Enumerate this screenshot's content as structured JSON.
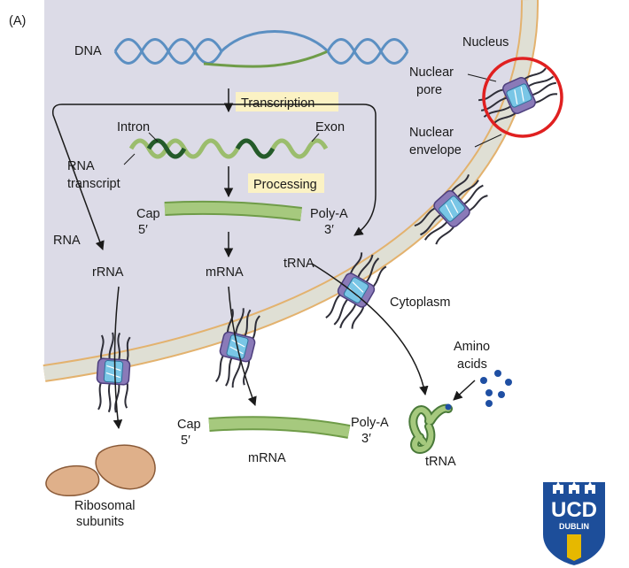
{
  "panel_label": "(A)",
  "labels": {
    "dna": "DNA",
    "transcription": "Transcription",
    "intron": "Intron",
    "exon": "Exon",
    "rna_transcript_1": "RNA",
    "rna_transcript_2": "transcript",
    "processing": "Processing",
    "cap_top": "Cap",
    "five_top": "5′",
    "polya_top": "Poly-A",
    "three_top": "3′",
    "rna": "RNA",
    "rrna": "rRNA",
    "mrna_nuc": "mRNA",
    "trna_nuc": "tRNA",
    "nucleus": "Nucleus",
    "nuclear_pore_1": "Nuclear",
    "nuclear_pore_2": "pore",
    "nuclear_env_1": "Nuclear",
    "nuclear_env_2": "envelope",
    "cytoplasm": "Cytoplasm",
    "amino_1": "Amino",
    "amino_2": "acids",
    "cap_bottom": "Cap",
    "five_bottom": "5′",
    "polya_bottom": "Poly-A",
    "three_bottom": "3′",
    "mrna_cyto": "mRNA",
    "trna_cyto": "tRNA",
    "ribosomal_1": "Ribosomal",
    "ribosomal_2": "subunits"
  },
  "logo": {
    "text": "UCD",
    "subtext": "DUBLIN"
  },
  "colors": {
    "nucleus_fill": "#dcdbe7",
    "envelope": "#e3b26e",
    "dna": "#5b8fc2",
    "rna_green": "#6f9c48",
    "rna_light": "#9bbd6d",
    "pore_purple": "#8a7ab8",
    "pore_blue": "#79c6e6",
    "highlight_circle": "#e02020",
    "amino_blue": "#1f4fa3",
    "ribosome": "#dfb08a"
  }
}
